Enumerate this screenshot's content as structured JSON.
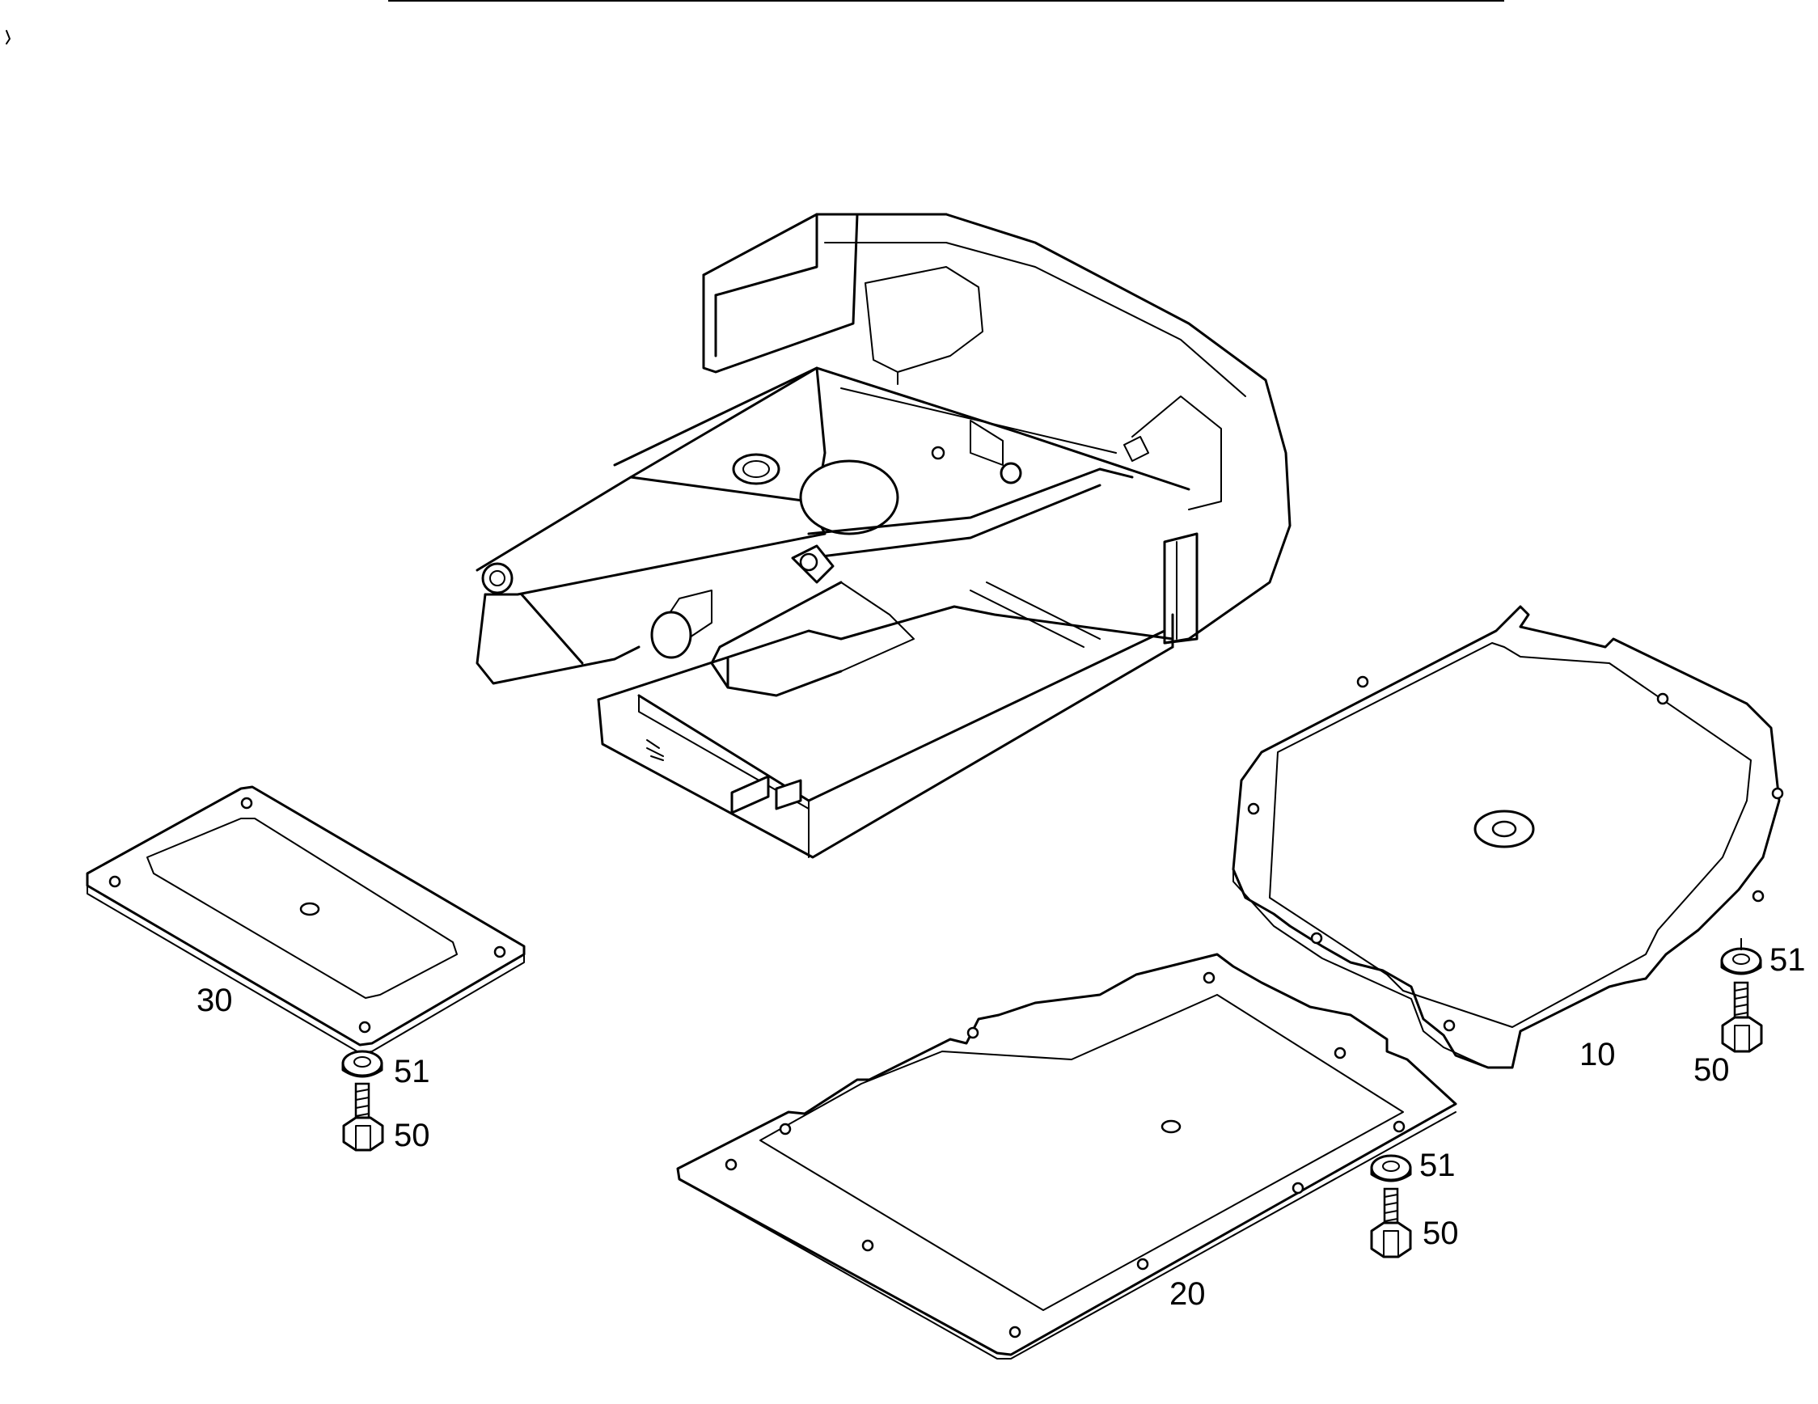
{
  "callouts": {
    "part_10": "10",
    "part_20": "20",
    "part_30": "30",
    "washer_51_right": "51",
    "bolt_50_right": "50",
    "washer_51_center": "51",
    "bolt_50_center": "50",
    "washer_51_left": "51",
    "bolt_50_left": "50"
  },
  "icons": {
    "frame": "upper-frame-icon",
    "plate_10": "bottom-plate-10-icon",
    "plate_20": "bottom-plate-20-icon",
    "plate_30": "bottom-plate-30-icon",
    "washer": "washer-icon",
    "bolt": "hex-bolt-icon"
  }
}
